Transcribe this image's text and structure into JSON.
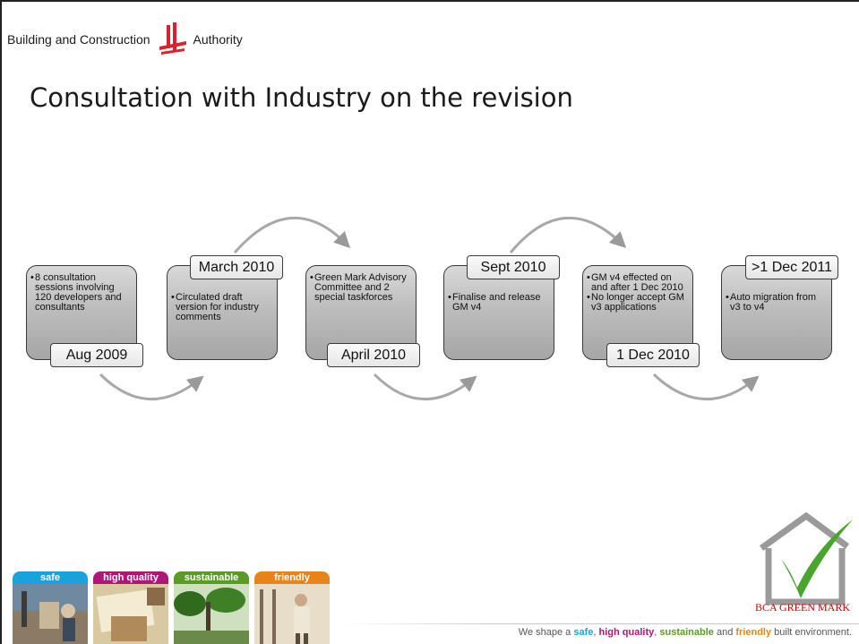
{
  "header": {
    "org_left": "Building and Construction",
    "org_right": "Authority"
  },
  "title": "Consultation with Industry on the revision",
  "steps": [
    {
      "date": "Aug 2009",
      "bullets": [
        "8 consultation sessions involving 120 developers and consultants"
      ]
    },
    {
      "date": "March 2010",
      "bullets": [
        "Circulated draft version for industry comments"
      ]
    },
    {
      "date": "April 2010",
      "bullets": [
        "Green Mark Advisory Committee and 2 special taskforces"
      ]
    },
    {
      "date": "Sept 2010",
      "bullets": [
        "Finalise and release GM v4"
      ]
    },
    {
      "date": "1 Dec 2010",
      "bullets": [
        "GM v4 effected on and after 1 Dec 2010",
        "No longer accept GM v3 applications"
      ]
    },
    {
      "date": ">1 Dec 2011",
      "bullets": [
        "Auto migration from v3 to v4"
      ]
    }
  ],
  "green_mark_label": "BCA GREEN MARK",
  "tiles": [
    {
      "label": "safe",
      "color": "#1aa3d9"
    },
    {
      "label": "high quality",
      "color": "#b0157a"
    },
    {
      "label": "sustainable",
      "color": "#5a9a28"
    },
    {
      "label": "friendly",
      "color": "#e6841a"
    }
  ],
  "tagline": {
    "pre": "We shape a ",
    "safe": "safe",
    "sep1": ", ",
    "hq": "high quality",
    "sep2": ", ",
    "sus": "sustainable",
    "and": " and ",
    "fr": "friendly",
    "post": " built environment."
  },
  "colors": {
    "logo_red": "#d9232e",
    "brand_green": "#4aa52e",
    "gm_red": "#cc0000"
  }
}
